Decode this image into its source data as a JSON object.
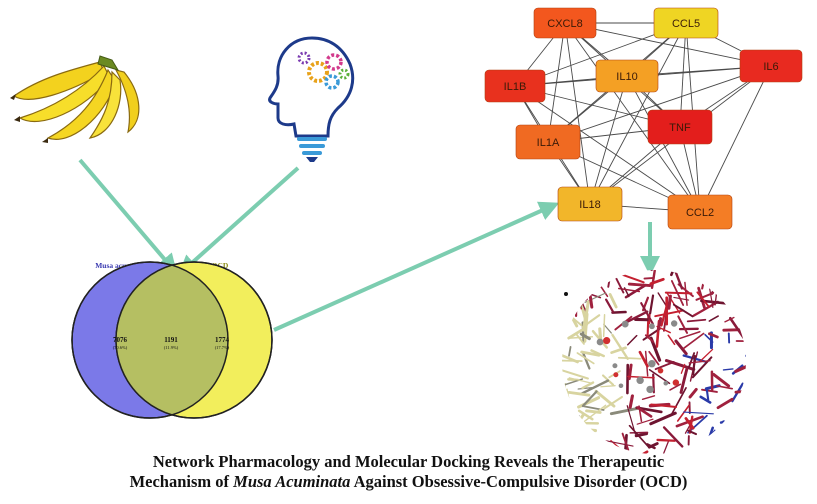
{
  "venn": {
    "left_label": "Musa acuminata",
    "right_label": "OCD",
    "left_count": "7076",
    "left_pct": "(70.6%)",
    "intersection_count": "1191",
    "intersection_pct": "(11.9%)",
    "right_count": "1774",
    "right_pct": "(17.7%)",
    "colors": {
      "left": "#7b79e8",
      "right": "#f2ee5c",
      "overlap": "#b5bf62",
      "left_label": "#3a3ab0",
      "right_label": "#8a8a10"
    }
  },
  "network": {
    "nodes": [
      {
        "id": "CXCL8",
        "label": "CXCL8",
        "color": "#f3571e"
      },
      {
        "id": "CCL5",
        "label": "CCL5",
        "color": "#efd523"
      },
      {
        "id": "IL6",
        "label": "IL6",
        "color": "#e82a20"
      },
      {
        "id": "IL1B",
        "label": "IL1B",
        "color": "#e8311e"
      },
      {
        "id": "IL10",
        "label": "IL10",
        "color": "#f4a024"
      },
      {
        "id": "TNF",
        "label": "TNF",
        "color": "#e31e1c"
      },
      {
        "id": "IL1A",
        "label": "IL1A",
        "color": "#f06a22"
      },
      {
        "id": "IL18",
        "label": "IL18",
        "color": "#f2b62a"
      },
      {
        "id": "CCL2",
        "label": "CCL2",
        "color": "#f47d25"
      }
    ],
    "edges": [
      [
        "CXCL8",
        "CCL5"
      ],
      [
        "CXCL8",
        "IL6"
      ],
      [
        "CXCL8",
        "IL1B"
      ],
      [
        "CXCL8",
        "IL10"
      ],
      [
        "CXCL8",
        "TNF"
      ],
      [
        "CXCL8",
        "IL1A"
      ],
      [
        "CXCL8",
        "IL18"
      ],
      [
        "CXCL8",
        "CCL2"
      ],
      [
        "CCL5",
        "IL6"
      ],
      [
        "CCL5",
        "IL1B"
      ],
      [
        "CCL5",
        "IL10"
      ],
      [
        "CCL5",
        "TNF"
      ],
      [
        "CCL5",
        "IL1A"
      ],
      [
        "CCL5",
        "IL18"
      ],
      [
        "CCL5",
        "CCL2"
      ],
      [
        "IL6",
        "IL1B"
      ],
      [
        "IL6",
        "IL10"
      ],
      [
        "IL6",
        "TNF"
      ],
      [
        "IL6",
        "IL1A"
      ],
      [
        "IL6",
        "IL18"
      ],
      [
        "IL6",
        "CCL2"
      ],
      [
        "IL1B",
        "IL10"
      ],
      [
        "IL1B",
        "TNF"
      ],
      [
        "IL1B",
        "IL1A"
      ],
      [
        "IL1B",
        "IL18"
      ],
      [
        "IL1B",
        "CCL2"
      ],
      [
        "IL10",
        "TNF"
      ],
      [
        "IL10",
        "IL1A"
      ],
      [
        "IL10",
        "IL18"
      ],
      [
        "IL10",
        "CCL2"
      ],
      [
        "TNF",
        "IL1A"
      ],
      [
        "TNF",
        "IL18"
      ],
      [
        "TNF",
        "CCL2"
      ],
      [
        "IL1A",
        "IL18"
      ],
      [
        "IL1A",
        "CCL2"
      ],
      [
        "IL18",
        "CCL2"
      ]
    ],
    "edge_color": "#4a4a4a"
  },
  "arrow_color": "#7ccdb0",
  "title": {
    "line1": "Network Pharmacology and Molecular Docking Reveals the Therapeutic",
    "line2_prefix": "Mechanism of ",
    "line2_italic": "Musa Acuminata",
    "line2_suffix": " Against Obsessive-Compulsive Disorder (OCD)"
  }
}
